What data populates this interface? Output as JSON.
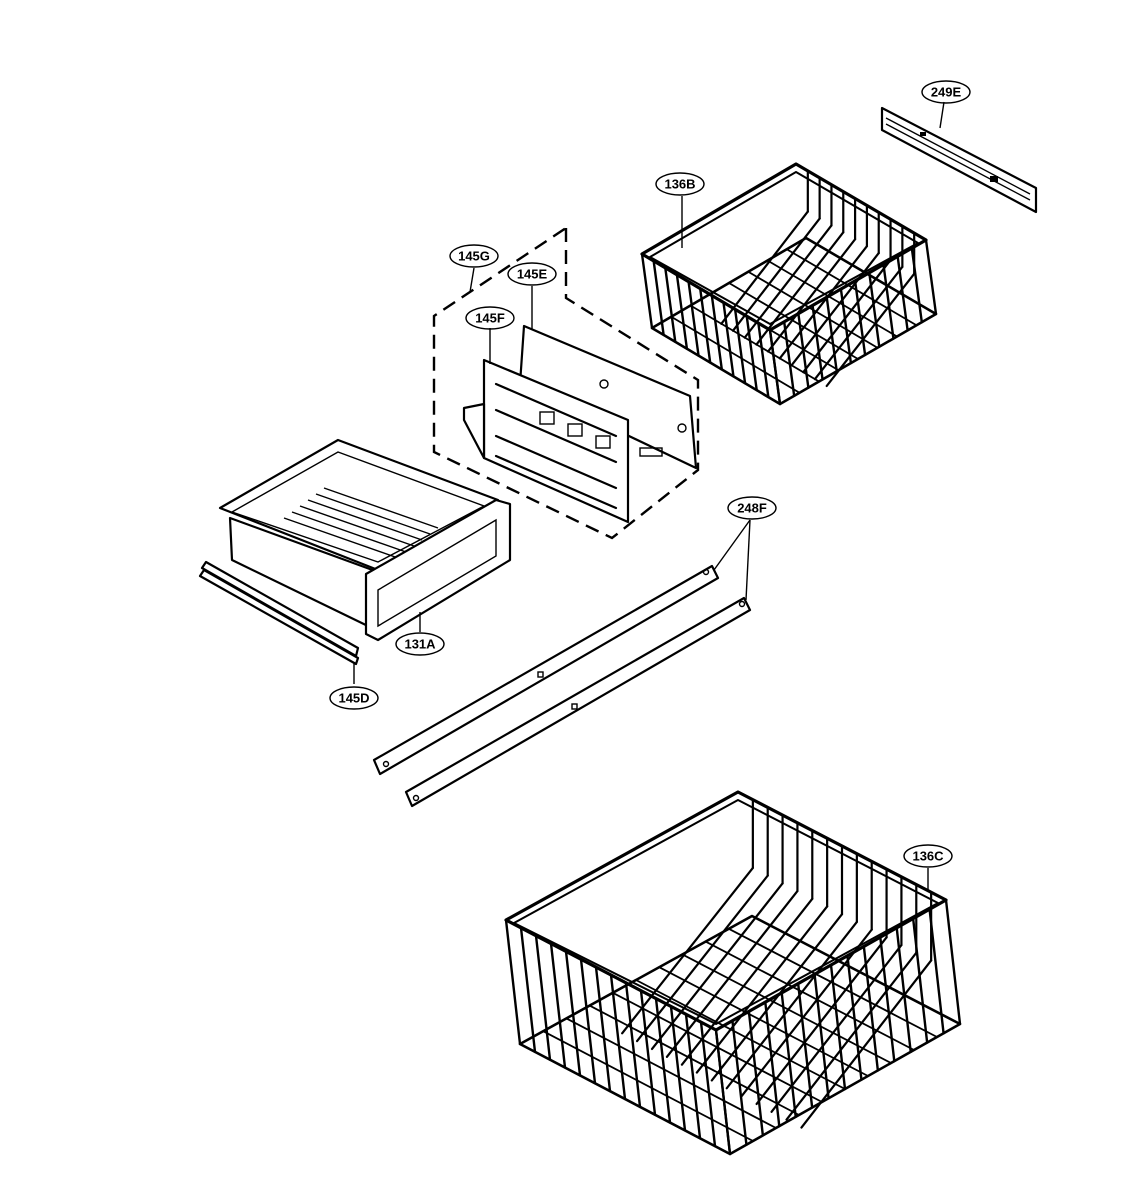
{
  "diagram": {
    "callouts": [
      {
        "id": "249E",
        "label": "249E"
      },
      {
        "id": "136B",
        "label": "136B"
      },
      {
        "id": "145G",
        "label": "145G"
      },
      {
        "id": "145E",
        "label": "145E"
      },
      {
        "id": "145F",
        "label": "145F"
      },
      {
        "id": "248F",
        "label": "248F"
      },
      {
        "id": "131A",
        "label": "131A"
      },
      {
        "id": "145D",
        "label": "145D"
      },
      {
        "id": "136C",
        "label": "136C"
      }
    ]
  }
}
